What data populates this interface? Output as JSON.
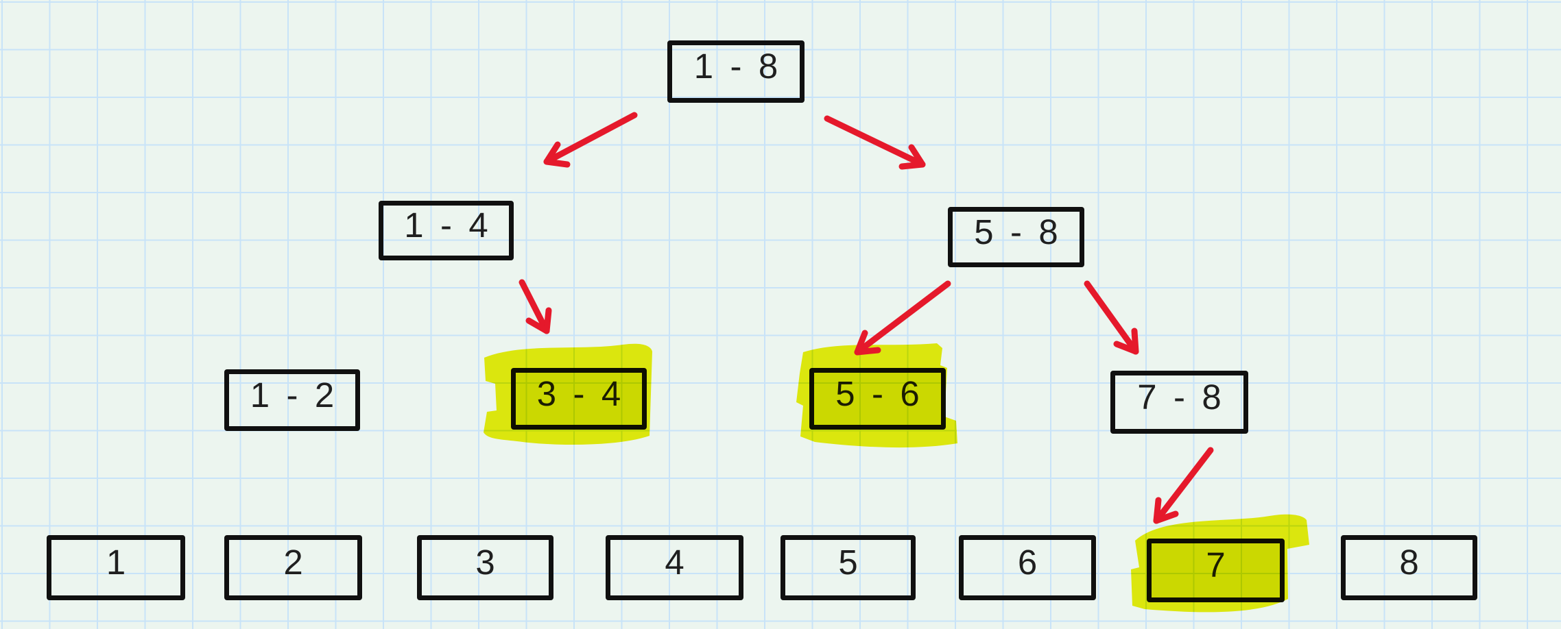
{
  "colors": {
    "background": "#ecf5ef",
    "grid": "#c8e3f8",
    "box_border": "#101010",
    "text": "#1f1f1f",
    "arrow": "#e5192b",
    "highlight": "#edf00e"
  },
  "tree": {
    "root": {
      "label": "1 - 8",
      "highlighted": false
    },
    "internal": [
      {
        "label": "1 - 4",
        "highlighted": false
      },
      {
        "label": "5 - 8",
        "highlighted": false
      },
      {
        "label": "1 - 2",
        "highlighted": false
      },
      {
        "label": "3 - 4",
        "highlighted": true
      },
      {
        "label": "5 - 6",
        "highlighted": true
      },
      {
        "label": "7 - 8",
        "highlighted": false
      }
    ],
    "leaves": [
      {
        "label": "1",
        "highlighted": false
      },
      {
        "label": "2",
        "highlighted": false
      },
      {
        "label": "3",
        "highlighted": false
      },
      {
        "label": "4",
        "highlighted": false
      },
      {
        "label": "5",
        "highlighted": false
      },
      {
        "label": "6",
        "highlighted": false
      },
      {
        "label": "7",
        "highlighted": true
      },
      {
        "label": "8",
        "highlighted": false
      }
    ],
    "edges": [
      {
        "from": "1 - 8",
        "to": "1 - 4"
      },
      {
        "from": "1 - 8",
        "to": "5 - 8"
      },
      {
        "from": "1 - 4",
        "to": "3 - 4"
      },
      {
        "from": "5 - 8",
        "to": "5 - 6"
      },
      {
        "from": "5 - 8",
        "to": "7 - 8"
      },
      {
        "from": "7 - 8",
        "to": "7"
      }
    ]
  }
}
